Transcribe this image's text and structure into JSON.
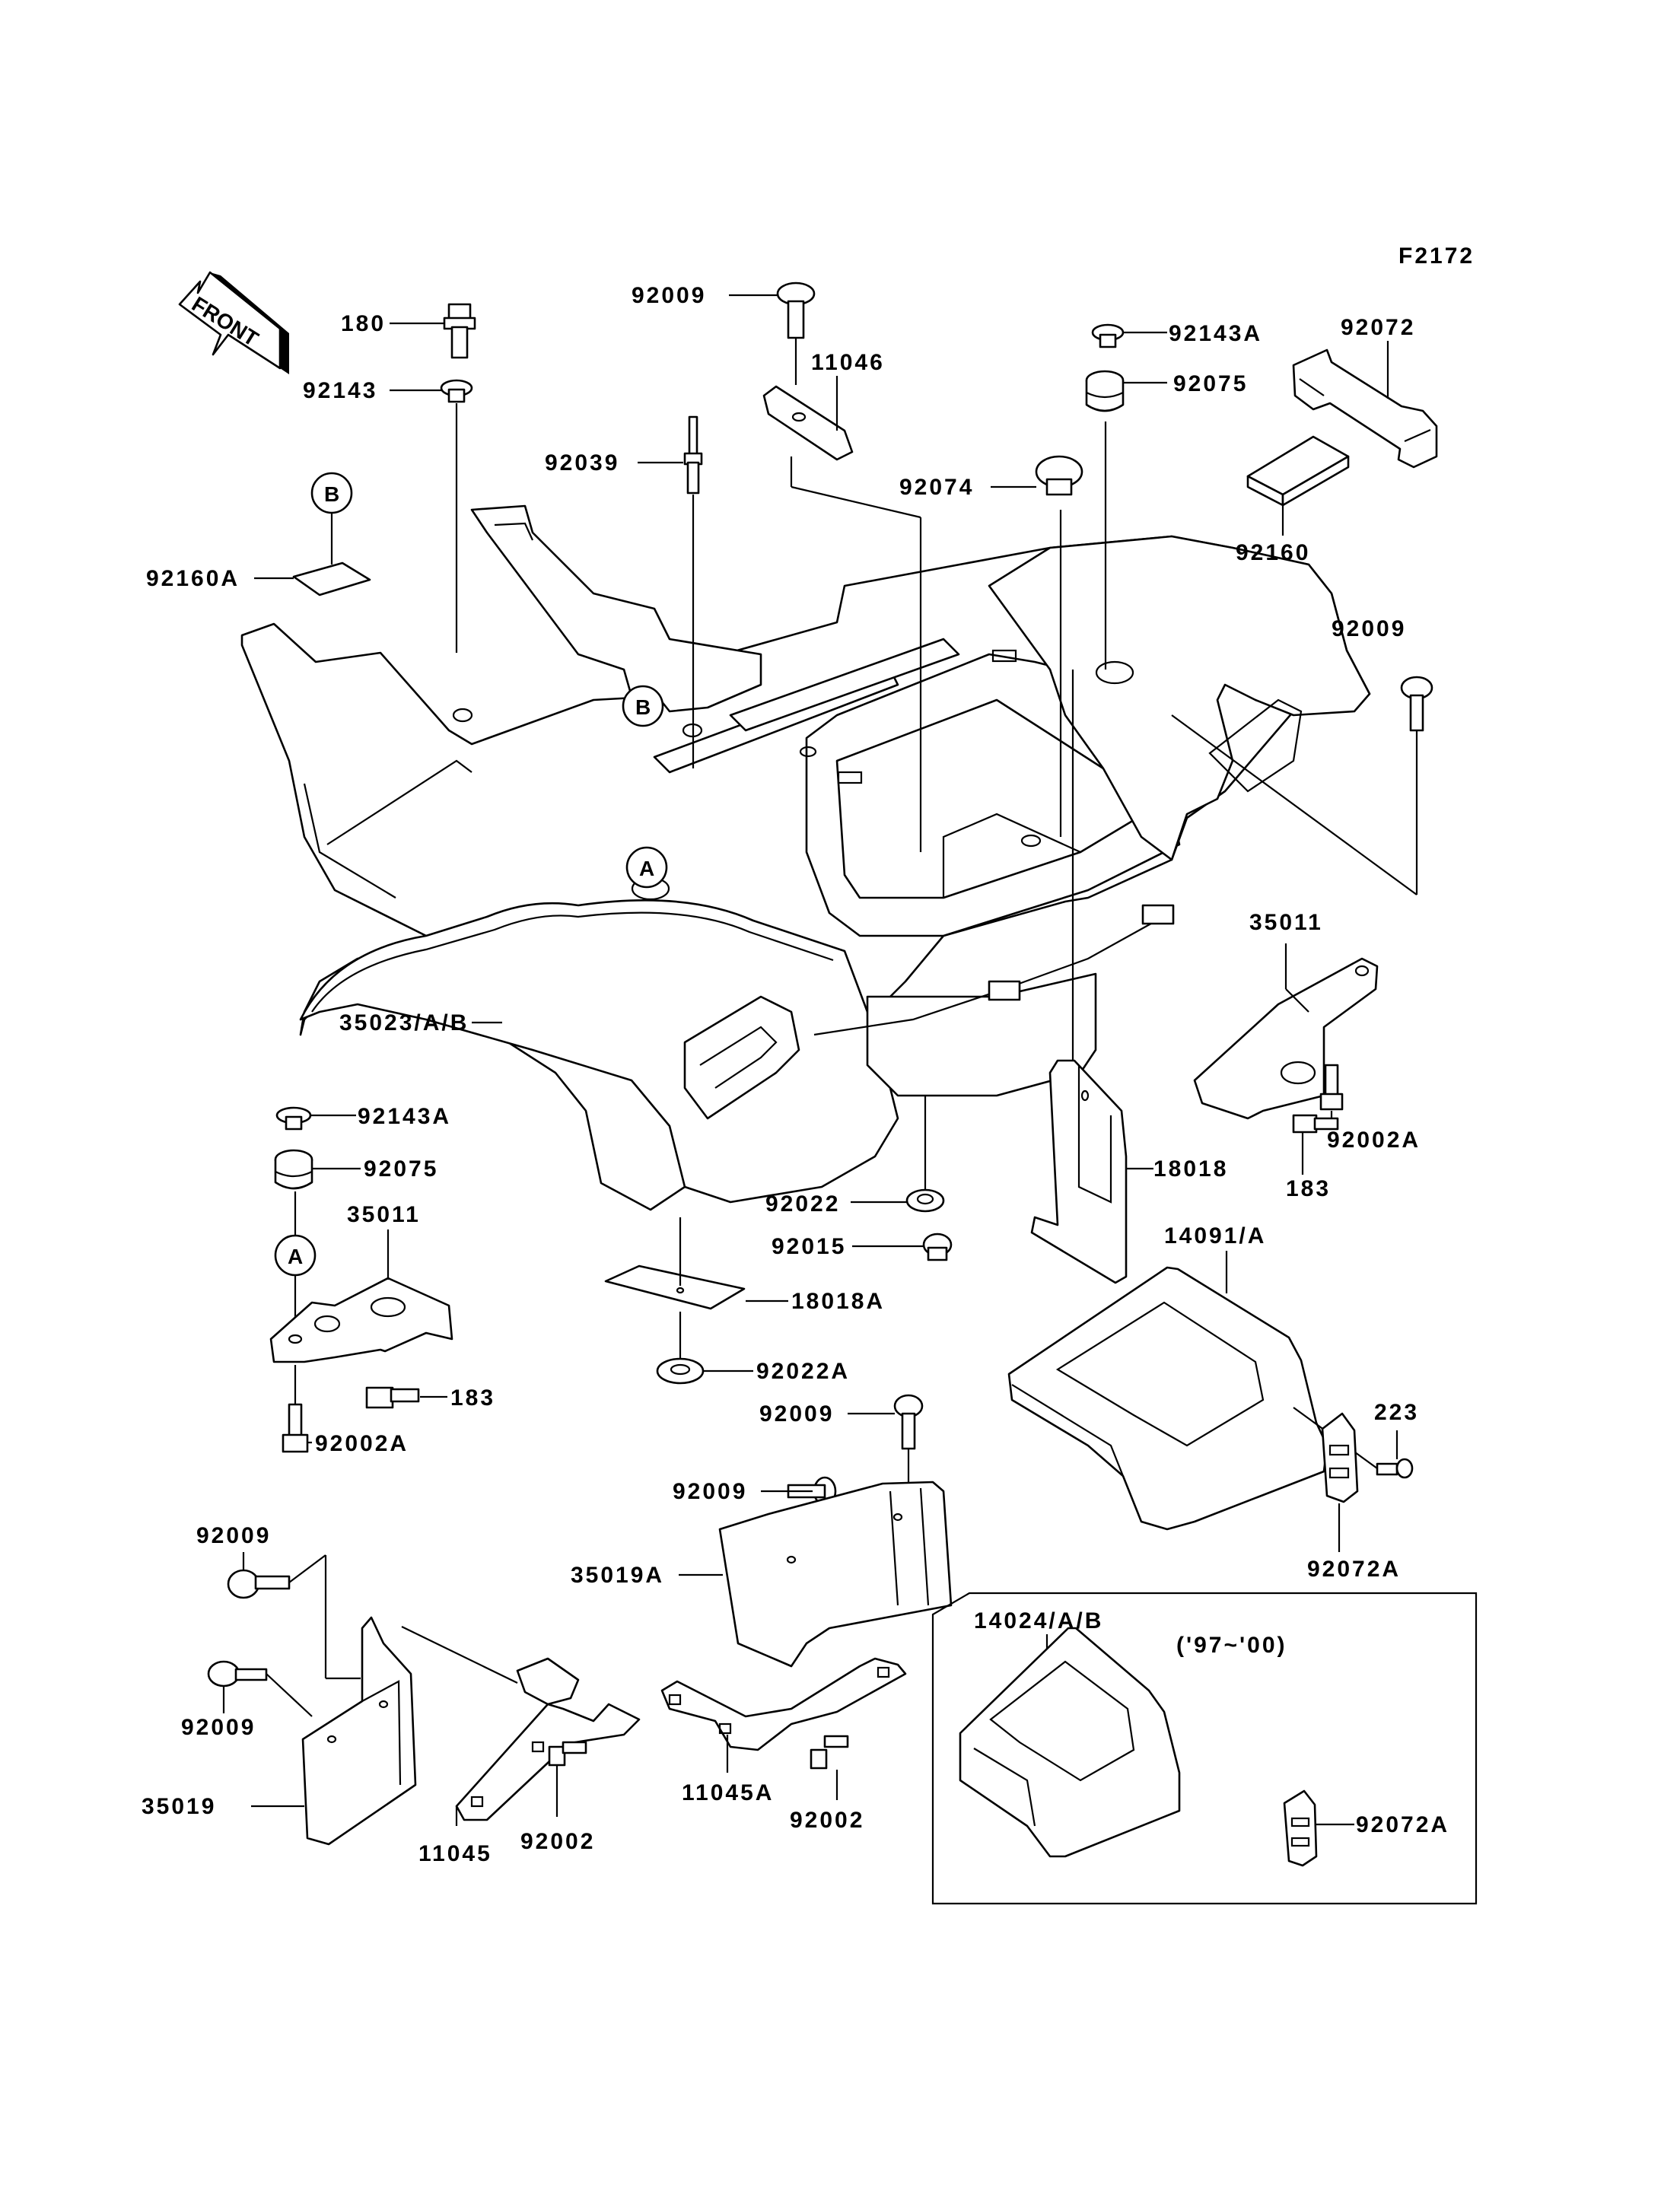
{
  "figure_code": "F2172",
  "front_arrow_label": "FRONT",
  "reference_markers": {
    "a": "A",
    "b": "B"
  },
  "inset": {
    "part": "14024/A/B",
    "years": "('97~'00)",
    "strap": "92072A"
  },
  "labels": {
    "p180": "180",
    "p92143_top": "92143",
    "p92160A": "92160A",
    "p92009_top": "92009",
    "p11046": "11046",
    "p92039": "92039",
    "p92143A_top": "92143A",
    "p92075_top": "92075",
    "p92074": "92074",
    "p92072": "92072",
    "p92160": "92160",
    "p92009_right": "92009",
    "p35011_right": "35011",
    "p35023": "35023/A/B",
    "p92143A_left": "92143A",
    "p92075_left": "92075",
    "p35011_left": "35011",
    "p183_left": "183",
    "p92002A_left": "92002A",
    "p18018": "18018",
    "p183_right": "183",
    "p92002A_right": "92002A",
    "p92022": "92022",
    "p92015": "92015",
    "p18018A": "18018A",
    "p92022A": "92022A",
    "p14091A": "14091/A",
    "p92009_mid": "92009",
    "p92009_mid2": "92009",
    "p35019A": "35019A",
    "p223": "223",
    "p92072A": "92072A",
    "p92009_bl1": "92009",
    "p92009_bl2": "92009",
    "p35019": "35019",
    "p11045": "11045",
    "p92002_a": "92002",
    "p11045A": "11045A",
    "p92002_b": "92002"
  }
}
